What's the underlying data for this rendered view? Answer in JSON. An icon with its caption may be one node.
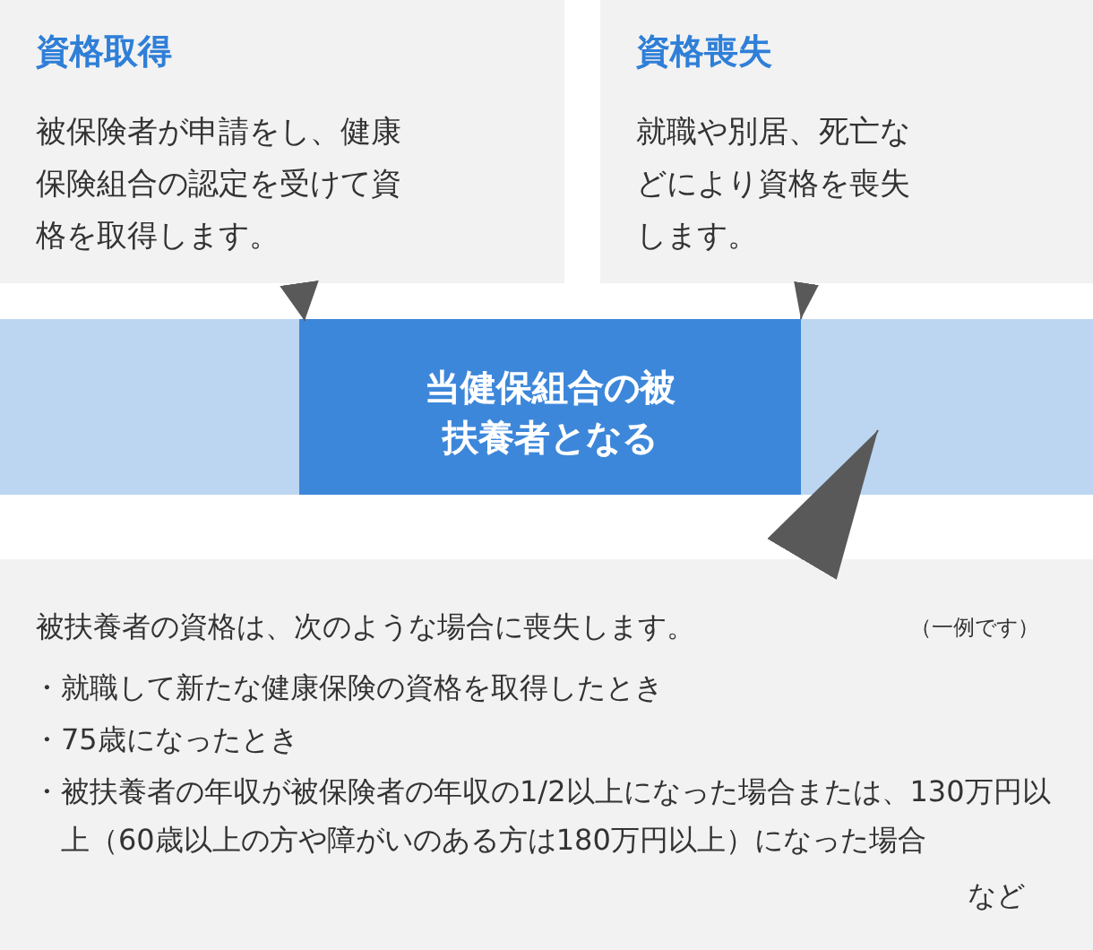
{
  "diagram": {
    "nodes": [
      {
        "text": [
          "資格取得",
          "被保険者が申請をし、健康保険組合の認定を受けて資格を取得します。"
        ]
      },
      {
        "text": [
          "資格喪失",
          "就職や別居、死亡などにより資格を喪失します。"
        ]
      },
      {
        "text": [],
        "shape": "bar"
      },
      {
        "text": [
          "当健保組合の被扶養者となる"
        ],
        "in": 2
      },
      {
        "text": [
          "被扶養者の資格は、次のような場合に喪失します。",
          "（一例です）",
          "・就職して新たな健康保険の資格を取得したとき",
          "・75歳になったとき",
          "・被扶養者の年収が被保険者の年収の1/2以上になった場合または、130万円以上（60歳以上の方や障がいのある方は180万円以上）になった場合",
          "など"
        ]
      }
    ],
    "edges": [
      {
        "from": 0,
        "to": 3,
        "arrow": "to"
      },
      {
        "from": 1,
        "to": 3,
        "arrow": "to"
      },
      {
        "from": 4,
        "to": 2,
        "arrow": "to"
      }
    ]
  }
}
